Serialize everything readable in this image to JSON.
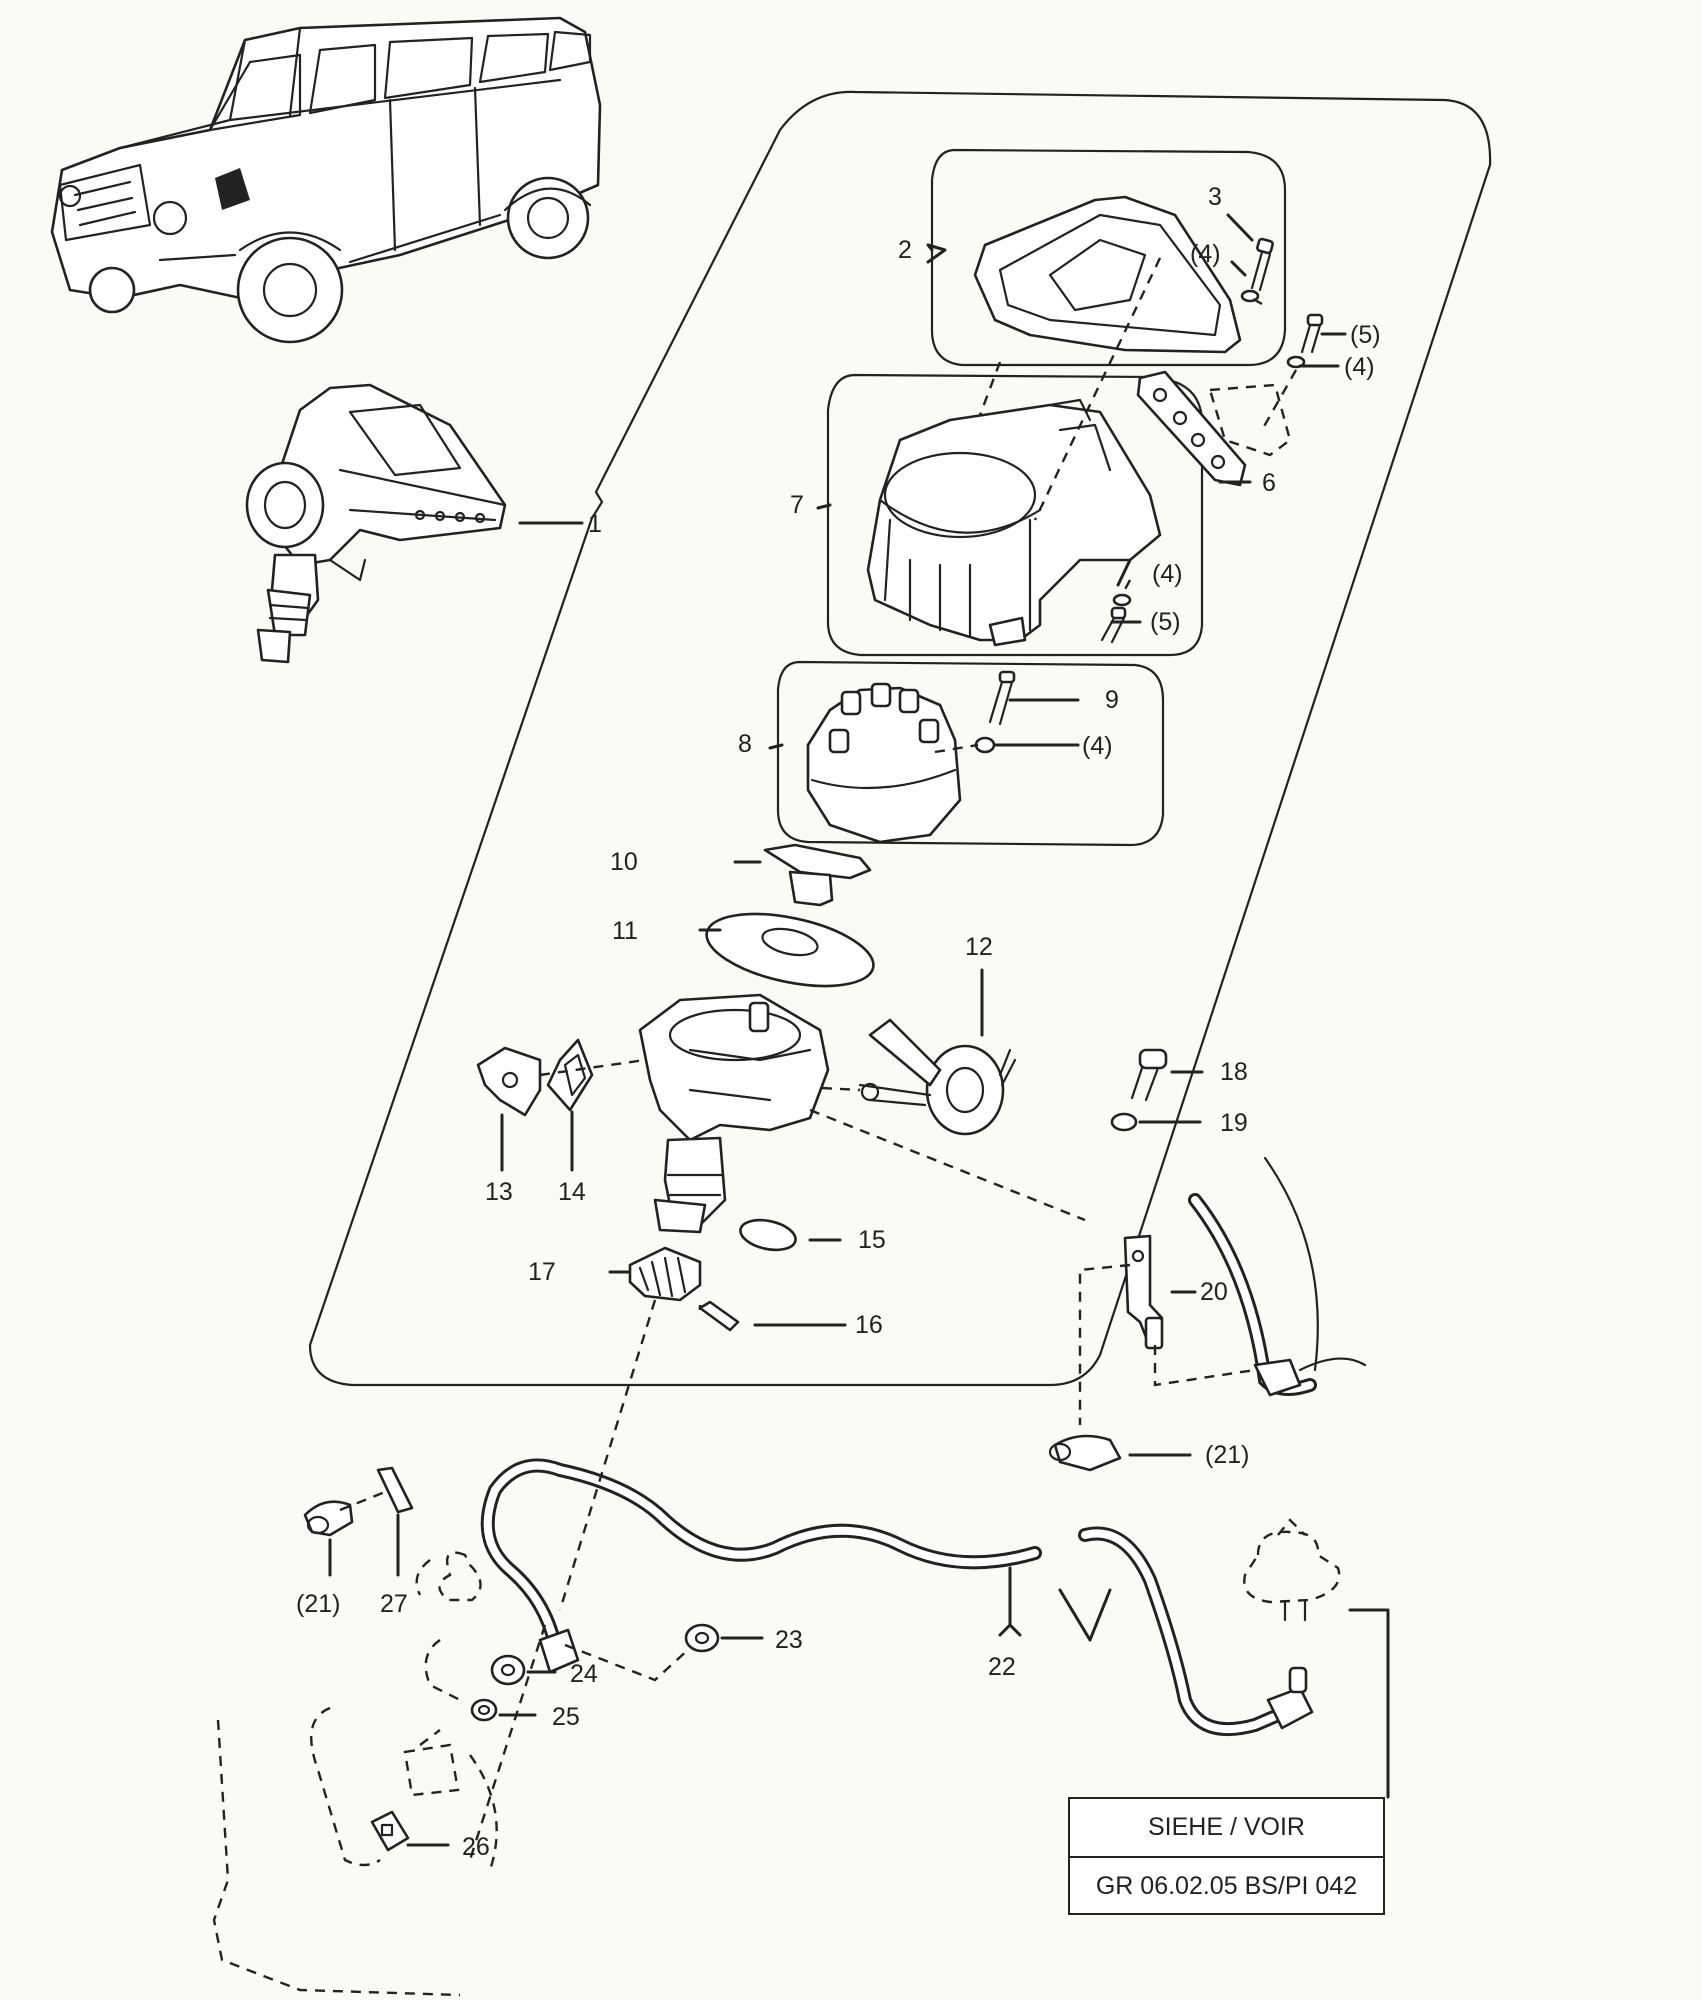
{
  "figure": {
    "callouts": {
      "c1": "1",
      "c2": "2",
      "c3": "3",
      "c4a": "(4)",
      "c5a": "(5)",
      "c4b": "(4)",
      "c6": "6",
      "c7": "7",
      "c4c": "(4)",
      "c5b": "(5)",
      "c8": "8",
      "c9": "9",
      "c4d": "(4)",
      "c10": "10",
      "c11": "11",
      "c12": "12",
      "c13": "13",
      "c14": "14",
      "c15": "15",
      "c16": "16",
      "c17": "17",
      "c18": "18",
      "c19": "19",
      "c20": "20",
      "c21a": "(21)",
      "c21b": "(21)",
      "c22": "22",
      "c23": "23",
      "c24": "24",
      "c25": "25",
      "c26": "26",
      "c27": "27"
    },
    "reference": {
      "line1": "SIEHE / VOIR",
      "line2": "GR 06.02.05 BS/PI 042"
    }
  }
}
